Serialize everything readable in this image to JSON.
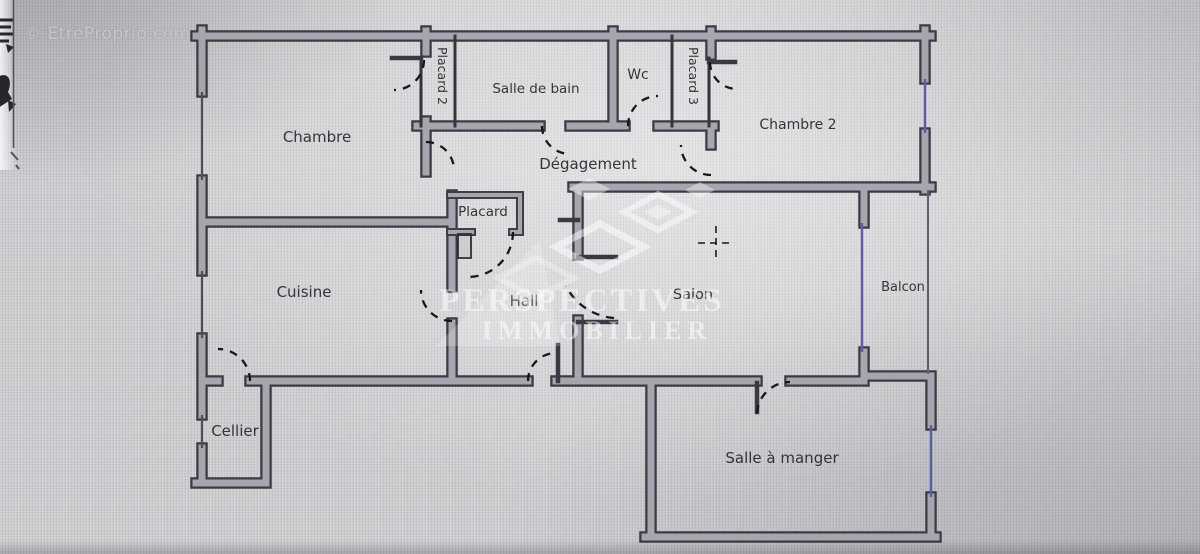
{
  "watermark": {
    "copyright": "© EtreProprio.com",
    "brand_top": "PERSPECTIVES",
    "brand_bottom": "IMMOBILIER"
  },
  "plan": {
    "rooms": {
      "chambre": {
        "label": "Chambre"
      },
      "placard2": {
        "label": "Placard 2"
      },
      "salle_de_bain": {
        "label": "Salle de bain"
      },
      "wc": {
        "label": "Wc"
      },
      "placard3": {
        "label": "Placard 3"
      },
      "chambre2": {
        "label": "Chambre 2"
      },
      "degagement": {
        "label": "Dégagement"
      },
      "placard": {
        "label": "Placard"
      },
      "cuisine": {
        "label": "Cuisine"
      },
      "hall": {
        "label": "Hall"
      },
      "salon": {
        "label": "Salon"
      },
      "balcon": {
        "label": "Balcon"
      },
      "cellier": {
        "label": "Cellier"
      },
      "salle_a_manger": {
        "label": "Salle à manger"
      }
    }
  },
  "colors": {
    "wall_outline": "#3b3b44",
    "wall_core": "#a6a6ae",
    "window_glass": "#5d5da8",
    "label_text": "#23232a",
    "paper": "#cfcfd3"
  }
}
